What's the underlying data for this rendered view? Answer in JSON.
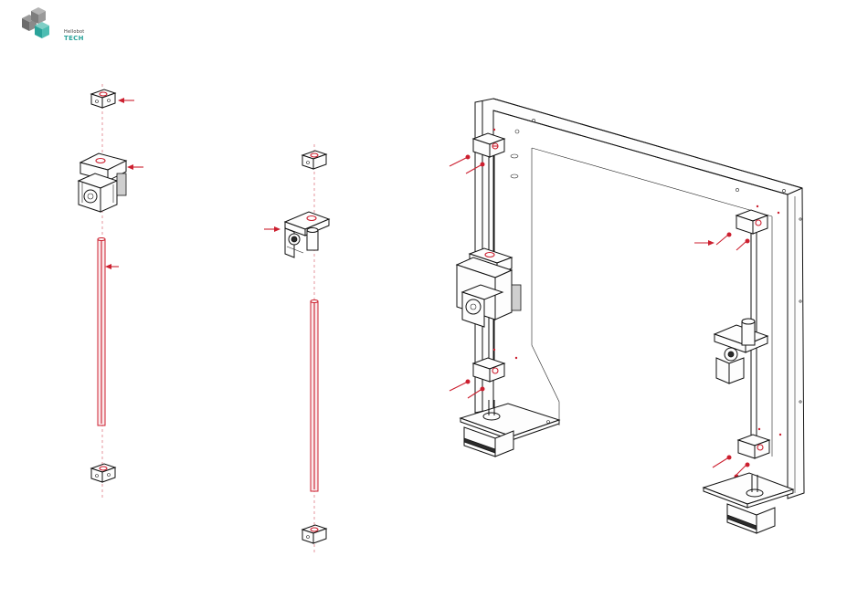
{
  "logo": {
    "line1": "Hellobot",
    "line2": "TECH",
    "accent_color": "#2aa39a"
  },
  "diagram": {
    "arrow_color": "#cc1f2f",
    "line_color": "#111111",
    "steps": [
      {
        "id": "left-z-axis-assembly"
      },
      {
        "id": "center-z-axis-assembly"
      },
      {
        "id": "frame-assembly"
      }
    ]
  }
}
